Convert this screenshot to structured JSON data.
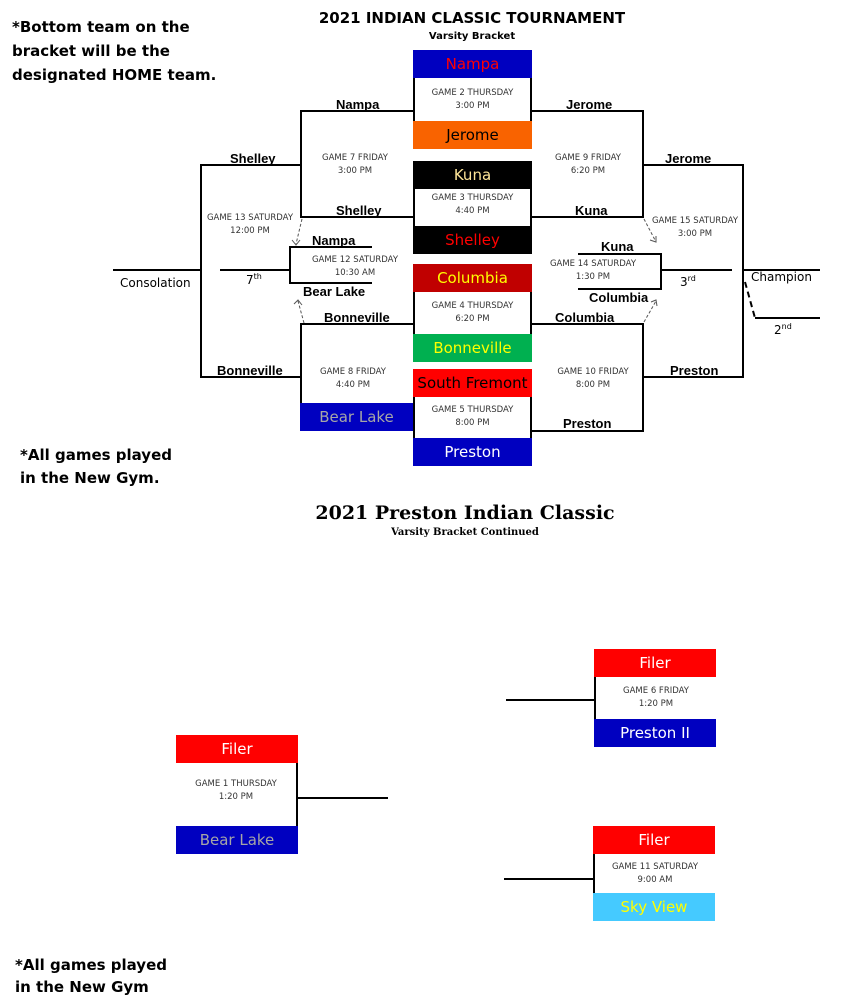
{
  "top_bracket": {
    "title": "2021 INDIAN CLASSIC TOURNAMENT",
    "subtitle": "Varsity Bracket",
    "note_home": [
      "*Bottom team on the",
      "bracket will be the",
      "designated HOME team."
    ],
    "note_gym": [
      "*All games played",
      "in the New Gym."
    ],
    "first_round": [
      {
        "top": {
          "name": "Nampa",
          "bg": "#0000c0",
          "fg": "#ff0000"
        },
        "game": "GAME 2 THURSDAY",
        "time": "3:00 PM",
        "bottom": {
          "name": "Jerome",
          "bg": "#f96300",
          "fg": "#000000"
        }
      },
      {
        "top": {
          "name": "Kuna",
          "bg": "#000000",
          "fg": "#ffe699"
        },
        "game": "GAME 3 THURSDAY",
        "time": "4:40 PM",
        "bottom": {
          "name": "Shelley",
          "bg": "#000000",
          "fg": "#ff0000"
        }
      },
      {
        "top": {
          "name": "Columbia",
          "bg": "#c00000",
          "fg": "#ffff00"
        },
        "game": "GAME 4 THURSDAY",
        "time": "6:20 PM",
        "bottom": {
          "name": "Bonneville",
          "bg": "#00b050",
          "fg": "#ffff00"
        }
      },
      {
        "top": {
          "name": "South Fremont",
          "bg": "#ff0000",
          "fg": "#000000"
        },
        "game": "GAME 5 THURSDAY",
        "time": "8:00 PM",
        "bottom": {
          "name": "Preston",
          "bg": "#0000c0",
          "fg": "#ffffff"
        }
      }
    ],
    "bye_team": {
      "name": "Bear Lake",
      "bg": "#0000c0",
      "fg": "#a6a6a6"
    },
    "games": {
      "g7": {
        "game": "GAME 7 FRIDAY",
        "time": "3:00 PM"
      },
      "g8": {
        "game": "GAME 8 FRIDAY",
        "time": "4:40 PM"
      },
      "g9": {
        "game": "GAME 9 FRIDAY",
        "time": "6:20 PM"
      },
      "g10": {
        "game": "GAME 10 FRIDAY",
        "time": "8:00 PM"
      },
      "g12": {
        "game": "GAME 12 SATURDAY",
        "time": "10:30 AM"
      },
      "g13": {
        "game": "GAME 13 SATURDAY",
        "time": "12:00 PM"
      },
      "g14": {
        "game": "GAME 14 SATURDAY",
        "time": "1:30 PM"
      },
      "g15": {
        "game": "GAME 15 SATURDAY",
        "time": "3:00 PM"
      }
    },
    "winners": {
      "left_r2_top": "Nampa",
      "left_r2_bottom": "Shelley",
      "left_r2_b_top": "Bonneville",
      "left_r3_top": "Shelley",
      "left_r3_bottom": "Bonneville",
      "g12_top": "Nampa",
      "g12_bottom": "Bear Lake",
      "right_r2_top": "Jerome",
      "right_r2_bottom": "Kuna",
      "right_r2_b_top": "Columbia",
      "right_r2_b_bottom": "Preston",
      "right_r3_top": "Jerome",
      "right_r3_bottom": "Preston",
      "g14_top": "Kuna",
      "g14_bottom": "Columbia"
    },
    "places": {
      "consolation": "Consolation",
      "seventh": "7",
      "seventh_sup": "th",
      "champion": "Champion",
      "third": "3",
      "third_sup": "rd",
      "second": "2",
      "second_sup": "nd"
    }
  },
  "bottom_bracket": {
    "title": "2021 Preston Indian Classic",
    "subtitle": "Varsity Bracket Continued",
    "games": [
      {
        "top": {
          "name": "Filer",
          "bg": "#ff0000",
          "fg": "#ffffff"
        },
        "game": "GAME 6 FRIDAY",
        "time": "1:20 PM",
        "bottom": {
          "name": "Preston II",
          "bg": "#0000c0",
          "fg": "#ffffff"
        }
      },
      {
        "top": {
          "name": "Filer",
          "bg": "#ff0000",
          "fg": "#ffffff"
        },
        "game": "GAME 1 THURSDAY",
        "time": "1:20 PM",
        "bottom": {
          "name": "Bear Lake",
          "bg": "#0000c0",
          "fg": "#a6a6a6"
        }
      },
      {
        "top": {
          "name": "Filer",
          "bg": "#ff0000",
          "fg": "#ffffff"
        },
        "game": "GAME 11 SATURDAY",
        "time": "9:00 AM",
        "bottom": {
          "name": "Sky View",
          "bg": "#45caff",
          "fg": "#ffff00"
        }
      }
    ],
    "note_gym": [
      "*All games played",
      "in the New Gym"
    ]
  }
}
